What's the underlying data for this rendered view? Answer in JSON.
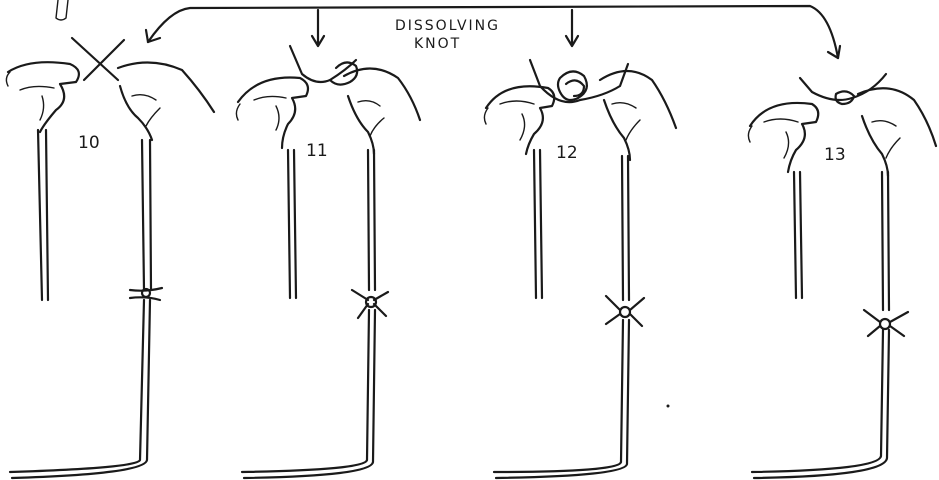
{
  "title": {
    "line1": "DISSOLVING",
    "line2": "KNOT"
  },
  "panels": [
    {
      "label": "10"
    },
    {
      "label": "11"
    },
    {
      "label": "12"
    },
    {
      "label": "13"
    }
  ]
}
